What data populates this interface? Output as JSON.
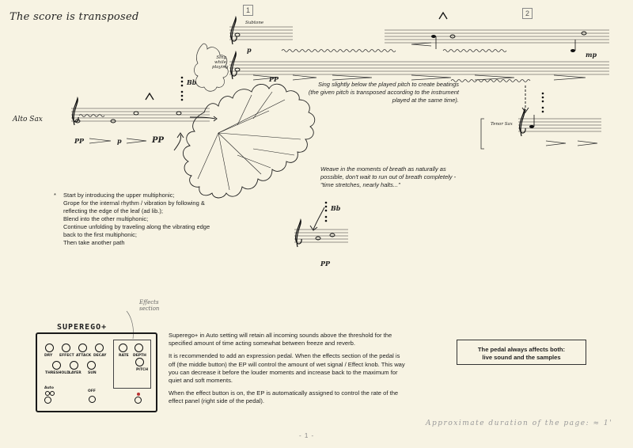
{
  "title": "The score is transposed",
  "boxes": {
    "first": "1",
    "second": "2"
  },
  "labels": {
    "subtone": "Subtone",
    "sing_while_playing": [
      "Sing",
      "while",
      "playing"
    ],
    "alto_sax": "Alto Sax",
    "tenor_sax": "Tenor Sax",
    "bb": "Bb",
    "effects_section": [
      "Effects",
      "section"
    ]
  },
  "dynamics": {
    "pp": "PP",
    "p": "p",
    "mp": "mp",
    "pp_small": "pp",
    "p_small": "p"
  },
  "notes": {
    "sing_instruction": [
      "Sing slightly below the played pitch to create beatings",
      "(the given pitch is transposed according to the instrument",
      "played at the same time)."
    ],
    "weave_instruction": [
      "Weave in the moments of breath as naturally as",
      "possible, don't wait to run out of breath completely -",
      "\"time stretches, nearly halts...\""
    ],
    "star_marker": "*",
    "left_instructions": [
      "Start by introducing the upper multiphonic;",
      "Grope for the internal rhythm / vibration by following &",
      "reflecting the edge of the leaf (ad lib.);",
      "Blend into the other multiphonic;",
      "Continue unfolding by traveling along the vibrating edge",
      "back to the first multiphonic;",
      "Then take another path"
    ]
  },
  "pedal": {
    "name": "SUPEREGO+",
    "knobs_top": [
      "DRY",
      "EFFECT",
      "ATTACK",
      "DECAY"
    ],
    "knobs_bottom": [
      "THRESHOLD",
      "LAYER",
      "SUN"
    ],
    "effects_knobs": [
      "RATE",
      "DEPTH",
      "PITCH"
    ],
    "auto_label": "Auto",
    "off_label": "OFF"
  },
  "pedal_text": [
    "Superego+ in Auto setting will retain all incoming sounds above the threshold for the",
    "specified amount of time acting somewhat between freeze and reverb.",
    "",
    "It is recommended to add an expression pedal. When the effects section of the pedal is",
    "off (the middle button) the EP will control the amount of wet signal / Effect knob. This way",
    "you can decrease it before the louder moments and increase back to the maximum for",
    "quiet and soft moments.",
    "",
    "When the effect button is on, the EP is automatically assigned to control the rate of the",
    "effect panel (right side of the pedal)."
  ],
  "callout": [
    "The pedal always affects both:",
    "live sound and the samples"
  ],
  "duration": "Approximate duration of the page: ≈ 1'",
  "page_number": "- 1 -"
}
